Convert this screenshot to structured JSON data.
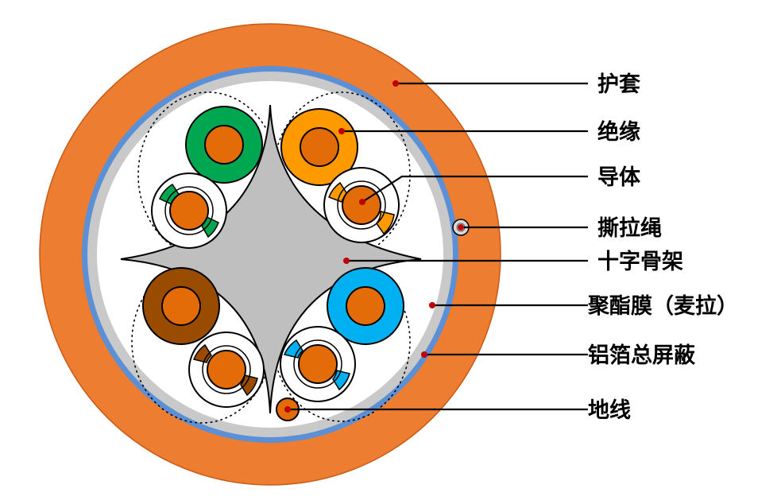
{
  "colors": {
    "jacket": "#ED7D31",
    "shield_blue": "#5B8FD6",
    "mylar_gray": "#C0C0C0",
    "core_fill": "#FFFFFF",
    "conductor": "#E36C09",
    "cross_fill": "#BFBFBF",
    "green": "#00A650",
    "orange": "#FF9900",
    "brown": "#994C00",
    "blue": "#00B0F0",
    "leader": "#000000",
    "dot": "#C00000"
  },
  "labels": {
    "jacket": "护套",
    "insulation": "绝缘",
    "conductor": "导体",
    "rip_cord": "撕拉绳",
    "cross_filler": "十字骨架",
    "mylar": "聚酯膜（麦拉）",
    "foil_shield": "铝箔总屏蔽",
    "drain_wire": "地线"
  }
}
